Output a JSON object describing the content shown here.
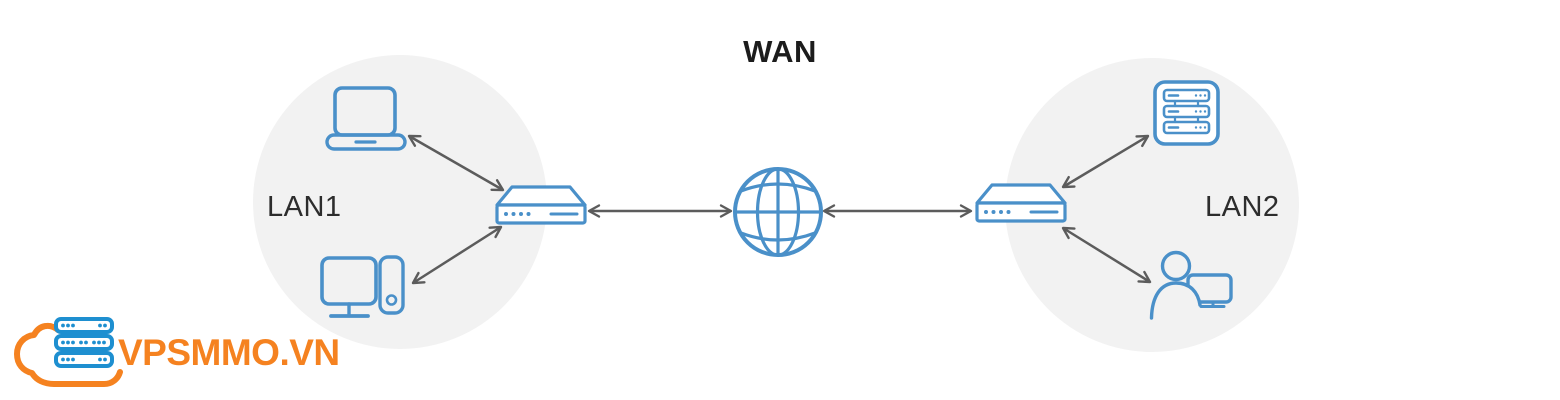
{
  "diagram": {
    "wan_label": "WAN",
    "lan1_label": "LAN1",
    "lan2_label": "LAN2",
    "nodes": [
      "laptop",
      "desktop-pc",
      "router-1",
      "internet-globe",
      "router-2",
      "server-rack",
      "user-workstation"
    ],
    "connections": [
      "laptop <-> router-1",
      "desktop-pc <-> router-1",
      "router-1 <-> internet-globe",
      "internet-globe <-> router-2",
      "router-2 <-> server-rack",
      "router-2 <-> user-workstation"
    ]
  },
  "logo": {
    "text": "VPSMMO.VN",
    "icon": "cloud-server-logo"
  },
  "colors": {
    "icon_blue": "#4a90c9",
    "arrow_gray": "#5c5c5c",
    "zone_fill": "#f2f2f2",
    "logo_orange": "#f58220",
    "logo_blue": "#1e8fd0",
    "text_dark": "#1c1c1c"
  }
}
